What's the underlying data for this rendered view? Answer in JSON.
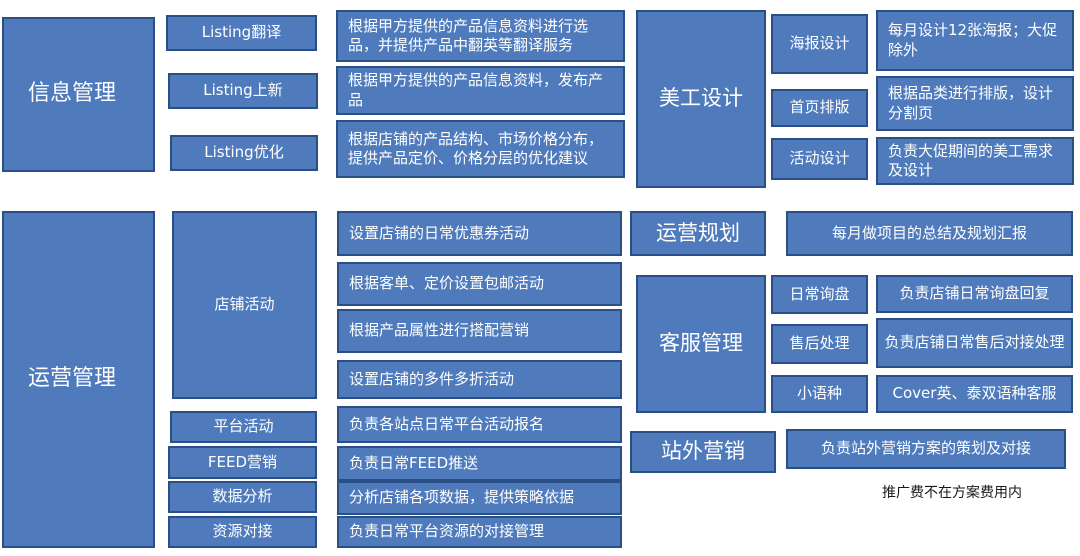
{
  "info_mgmt": {
    "title": "信息管理",
    "rows": [
      {
        "label": "Listing翻译",
        "desc": "根据甲方提供的产品信息资料进行选品，并提供产品中翻英等翻译服务"
      },
      {
        "label": "Listing上新",
        "desc": "根据甲方提供的产品信息资料，发布产品"
      },
      {
        "label": "Listing优化",
        "desc": "根据店铺的产品结构、市场价格分布，提供产品定价、价格分层的优化建议"
      }
    ]
  },
  "art_design": {
    "title": "美工设计",
    "rows": [
      {
        "label": "海报设计",
        "desc": "每月设计12张海报；大促除外"
      },
      {
        "label": "首页排版",
        "desc": "根据品类进行排版，设计分割页"
      },
      {
        "label": "活动设计",
        "desc": "负责大促期间的美工需求及设计"
      }
    ]
  },
  "ops_mgmt": {
    "title": "运营管理",
    "store_activity": {
      "label": "店铺活动",
      "items": [
        "设置店铺的日常优惠券活动",
        "根据客单、定价设置包邮活动",
        "根据产品属性进行搭配营销",
        "设置店铺的多件多折活动"
      ]
    },
    "rows": [
      {
        "label": "平台活动",
        "desc": "负责各站点日常平台活动报名"
      },
      {
        "label": "FEED营销",
        "desc": "负责日常FEED推送"
      },
      {
        "label": "数据分析",
        "desc": "分析店铺各项数据，提供策略依据"
      },
      {
        "label": "资源对接",
        "desc": "负责日常平台资源的对接管理"
      }
    ]
  },
  "ops_planning": {
    "title": "运营规划",
    "desc": "每月做项目的总结及规划汇报"
  },
  "customer_service": {
    "title": "客服管理",
    "rows": [
      {
        "label": "日常询盘",
        "desc": "负责店铺日常询盘回复"
      },
      {
        "label": "售后处理",
        "desc": "负责店铺日常售后对接处理"
      },
      {
        "label": "小语种",
        "desc": "Cover英、泰双语种客服"
      }
    ]
  },
  "offsite_marketing": {
    "title": "站外营销",
    "desc": "负责站外营销方案的策划及对接",
    "note": "推广费不在方案费用内"
  }
}
